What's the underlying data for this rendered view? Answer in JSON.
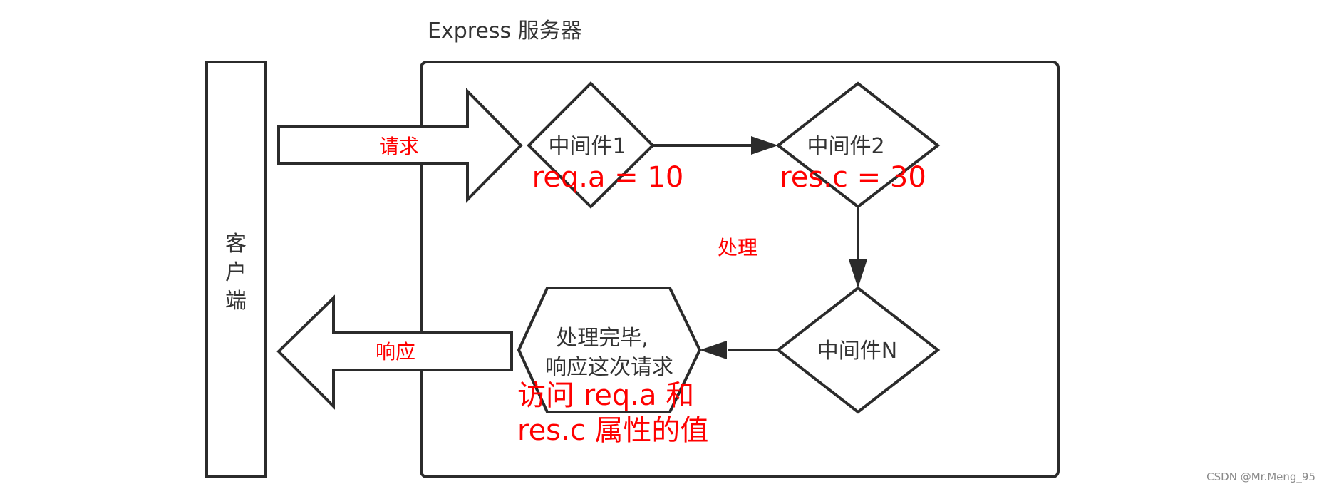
{
  "title": "Express 服务器",
  "client": {
    "label_lines": [
      "客",
      "户",
      "端"
    ]
  },
  "arrows": {
    "request_label": "请求",
    "response_label": "响应"
  },
  "nodes": {
    "mw1": {
      "label": "中间件1",
      "note": "req.a = 10"
    },
    "mw2": {
      "label": "中间件2",
      "note": "res.c = 30"
    },
    "mwn": {
      "label": "中间件N"
    },
    "done": {
      "label_lines": [
        "处理完毕,",
        "响应这次请求"
      ],
      "note_lines": [
        "访问 req.a 和",
        "res.c 属性的值"
      ]
    }
  },
  "process_label": "处理",
  "footer": "CSDN @Mr.Meng_95",
  "colors": {
    "stroke": "#2b2b2b",
    "node_text": "#333333",
    "annotation": "#ff0000",
    "footer": "#8a8a8a"
  }
}
